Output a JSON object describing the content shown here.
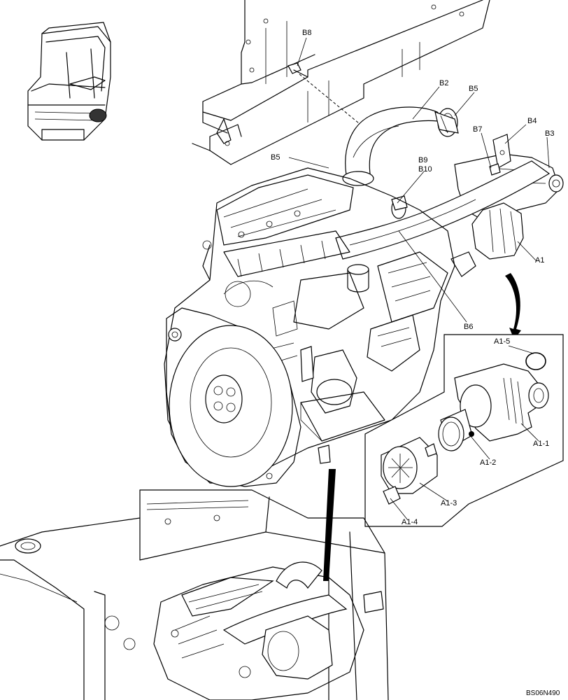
{
  "labels": {
    "B8": "B8",
    "B2": "B2",
    "B5_top": "B5",
    "B7": "B7",
    "B4": "B4",
    "B3": "B3",
    "B5_side": "B5",
    "B9": "B9",
    "B10": "B10",
    "A1": "A1",
    "B6": "B6",
    "A1_5": "A1-5",
    "A1_1": "A1-1",
    "A1_2": "A1-2",
    "A1_3": "A1-3",
    "A1_4": "A1-4"
  },
  "drawing_code": "BS06N490"
}
